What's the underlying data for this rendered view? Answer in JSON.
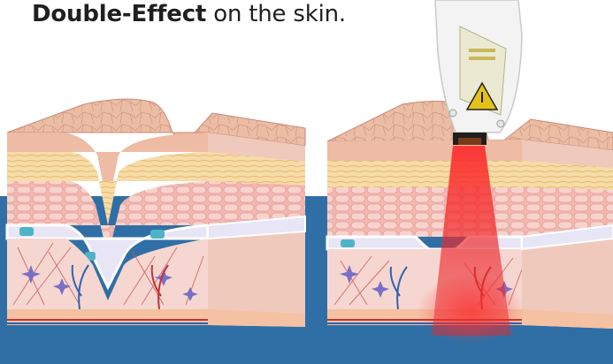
{
  "caption": {
    "emphasis": "Double-Effect",
    "rest": " on the skin."
  },
  "colors": {
    "band_blue": "#2f6fa6",
    "epidermis_top": "#e8b59c",
    "fat_yellow": "#f4d9a1",
    "dermis_pink": "#f2b6b0",
    "basal_teal": "#4fb3c8",
    "laser_red": "#e0262a",
    "device_white": "#f3f3f3",
    "warning_yellow": "#e5c21a"
  },
  "icons": [
    "laser-handpiece-icon",
    "warning-triangle-icon",
    "collagen-fiber-icon",
    "fibroblast-star-icon",
    "blood-vessel-icon"
  ],
  "panels": [
    {
      "name": "skin-block-before"
    },
    {
      "name": "skin-block-after-laser"
    }
  ]
}
